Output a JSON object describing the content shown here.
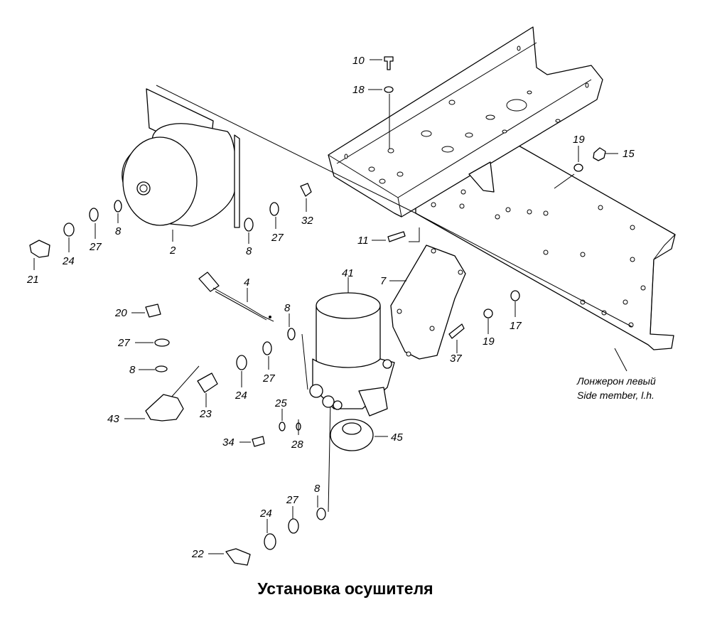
{
  "title": "Установка осушителя",
  "side_member": {
    "ru": "Лонжерон левый",
    "en": "Side member, l.h."
  },
  "labels": {
    "p10": "10",
    "p18": "18",
    "p19a": "19",
    "p15": "15",
    "p2": "2",
    "p8a": "8",
    "p8b": "8",
    "p27a": "27",
    "p27b": "27",
    "p32": "32",
    "p11": "11",
    "p7": "7",
    "p24a": "24",
    "p21": "21",
    "p4": "4",
    "p41": "41",
    "p20": "20",
    "p8c": "8",
    "p27c": "27",
    "p27d": "27",
    "p8d": "8",
    "p24b": "24",
    "p23": "23",
    "p43": "43",
    "p25": "25",
    "p28": "28",
    "p34": "34",
    "p45": "45",
    "p37": "37",
    "p19b": "19",
    "p17": "17",
    "p8e": "8",
    "p24c": "24",
    "p27e": "27",
    "p22": "22"
  }
}
